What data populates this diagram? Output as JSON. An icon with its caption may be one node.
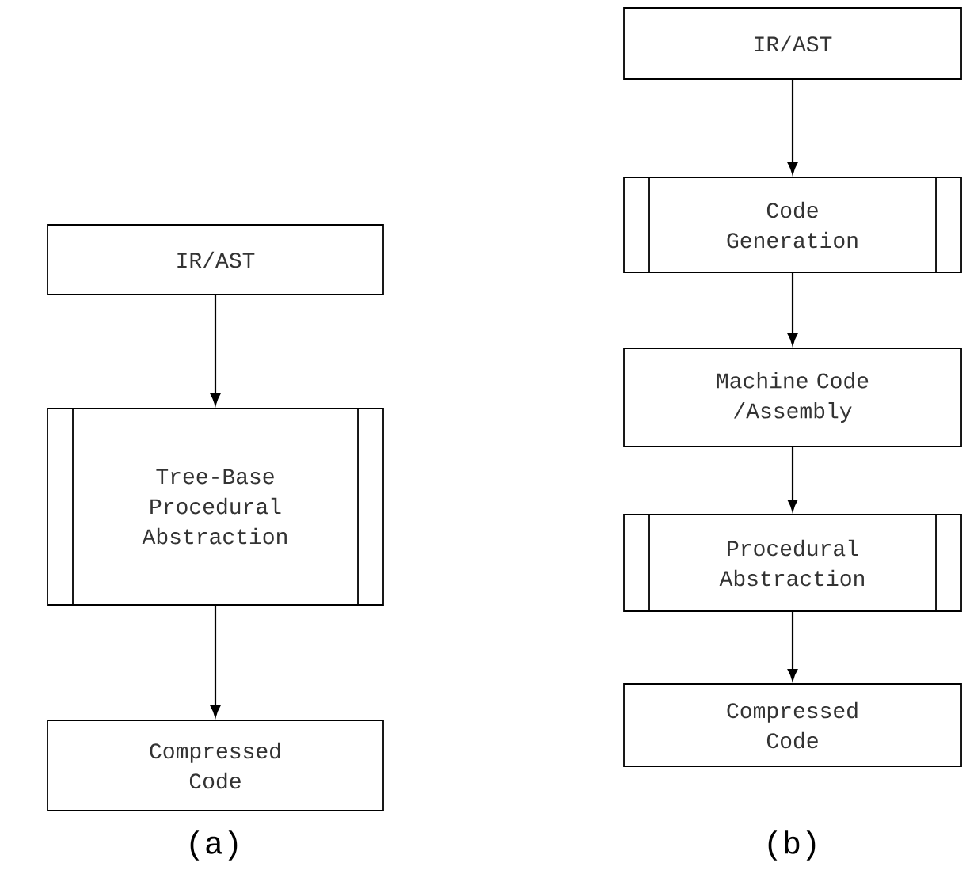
{
  "diagram": {
    "nodes": [
      {
        "text": [
          "IR/AST"
        ]
      },
      {
        "text": [
          "Tree-Base Procedural Abstraction"
        ]
      },
      {
        "text": [
          "Compressed Code"
        ]
      },
      {
        "text": [
          "IR/AST"
        ]
      },
      {
        "text": [
          "Code Generation"
        ]
      },
      {
        "text": [
          "Machine Code /Assembly"
        ]
      },
      {
        "text": [
          "Procedural Abstraction"
        ]
      },
      {
        "text": [
          "Compressed Code"
        ]
      }
    ],
    "edges": [
      {
        "from": 0,
        "to": 1,
        "arrow": "to"
      },
      {
        "from": 1,
        "to": 2,
        "arrow": "to"
      },
      {
        "from": 3,
        "to": 4,
        "arrow": "to"
      },
      {
        "from": 4,
        "to": 5,
        "arrow": "to"
      },
      {
        "from": 5,
        "to": 6,
        "arrow": "to"
      },
      {
        "from": 6,
        "to": 7,
        "arrow": "to"
      }
    ],
    "labels": [
      "(a)",
      "(b)"
    ]
  }
}
